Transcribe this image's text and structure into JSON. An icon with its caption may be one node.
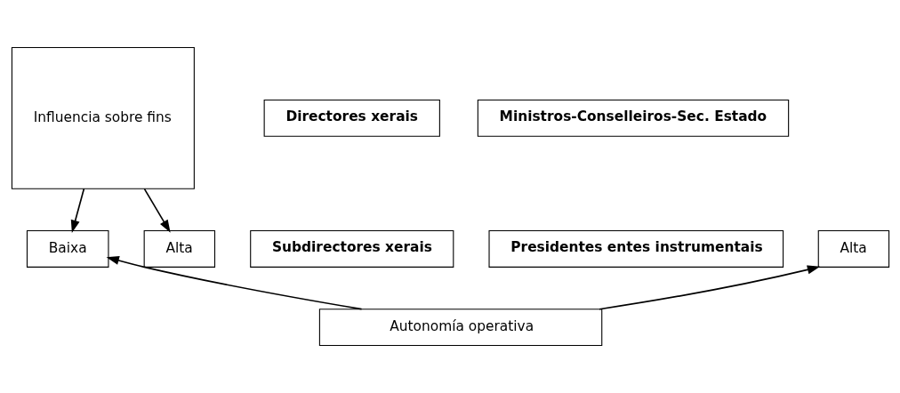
{
  "diagram": {
    "nodes": [
      {
        "text": [
          "Influencia sobre fins"
        ]
      },
      {
        "text": [
          "Alta"
        ]
      },
      {
        "text": [
          "Baixa"
        ]
      },
      {
        "text": [
          "Directores xerais"
        ]
      },
      {
        "text": [
          "Ministros-Conselleiros-Sec. Estado"
        ]
      },
      {
        "text": [
          "Subdirectores xerais"
        ]
      },
      {
        "text": [
          "Presidentes entes instrumentais"
        ]
      },
      {
        "text": [
          "Alta"
        ]
      },
      {
        "text": [
          "Autonomía operativa"
        ]
      }
    ],
    "edges": [
      {
        "from": 0,
        "to": 1,
        "arrow": "to"
      },
      {
        "from": 0,
        "to": 2,
        "arrow": "to"
      },
      {
        "from": 8,
        "to": 2,
        "arrow": "to"
      },
      {
        "from": 8,
        "to": 7,
        "arrow": "to"
      }
    ]
  }
}
